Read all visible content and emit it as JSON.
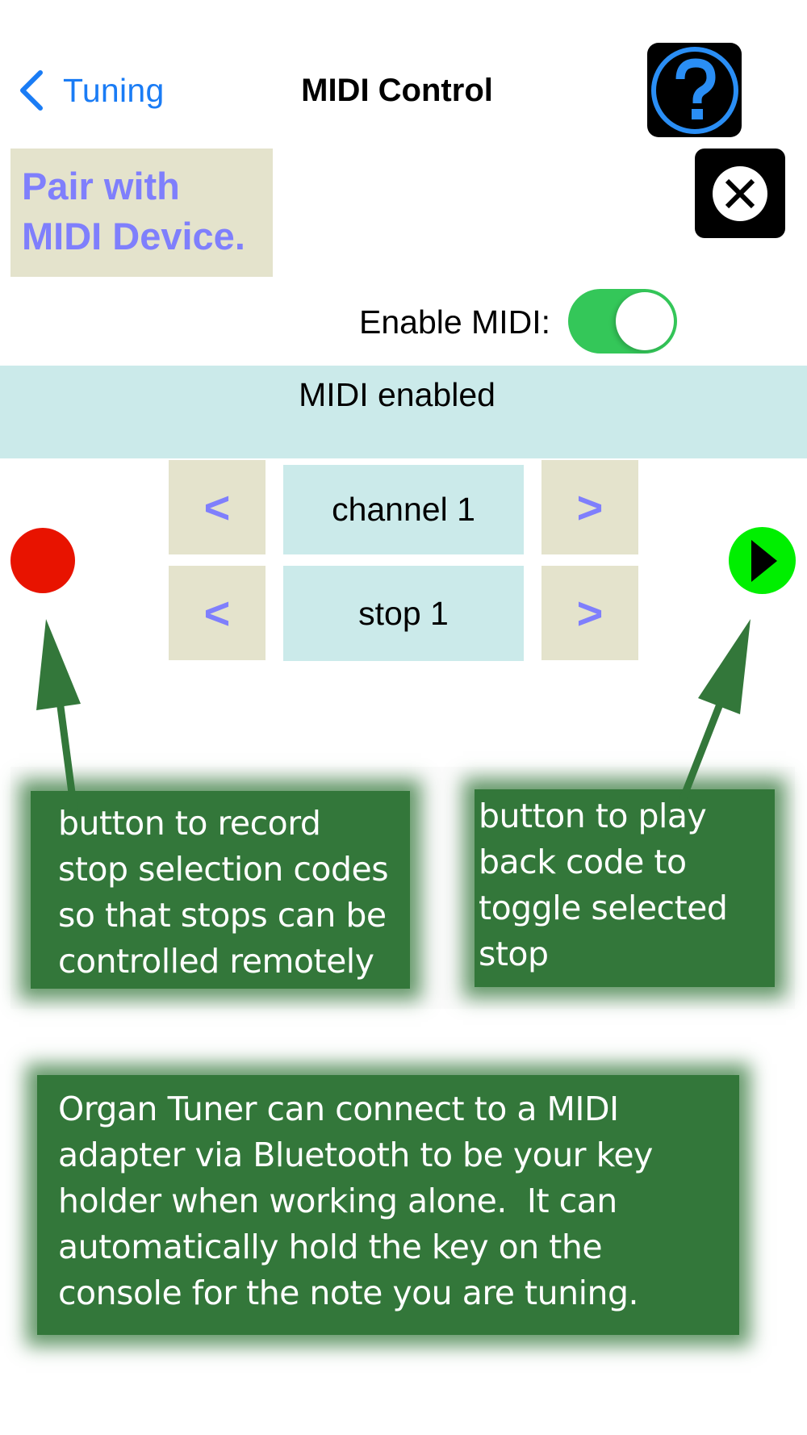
{
  "nav": {
    "back_label": "Tuning",
    "title": "MIDI Control",
    "help_icon": "question-circle-icon",
    "close_icon": "x-circle-icon"
  },
  "pair_button": {
    "lines": [
      "Pair with",
      "MIDI Device."
    ]
  },
  "enable_midi": {
    "label": "Enable MIDI:",
    "on": true
  },
  "status": {
    "text": "MIDI enabled"
  },
  "channel": {
    "prev_label": "<",
    "value": "channel 1",
    "next_label": ">"
  },
  "stop": {
    "prev_label": "<",
    "value": "stop 1",
    "next_label": ">"
  },
  "record_button": {
    "icon": "record-dot-icon"
  },
  "play_button": {
    "icon": "play-icon"
  },
  "annotations": {
    "record": "button to record\nstop selection codes\nso that stops can be\ncontrolled remotely",
    "play": "button to play\nback code to\ntoggle selected\nstop",
    "info": "Organ Tuner can connect to a MIDI\nadapter via Bluetooth to be your key\nholder when working alone.  It can\nautomatically hold the key on the\nconsole for the note you are tuning."
  },
  "colors": {
    "ios_blue": "#1a7cf5",
    "help_blue": "#2a8ef5",
    "toggle_green": "#34c759",
    "pair_bg": "#e4e3cc",
    "pair_text": "#7f7ffc",
    "status_bg": "#cbeaea",
    "record_red": "#e81300",
    "play_green": "#00ef00",
    "callout_green": "#33773a"
  }
}
